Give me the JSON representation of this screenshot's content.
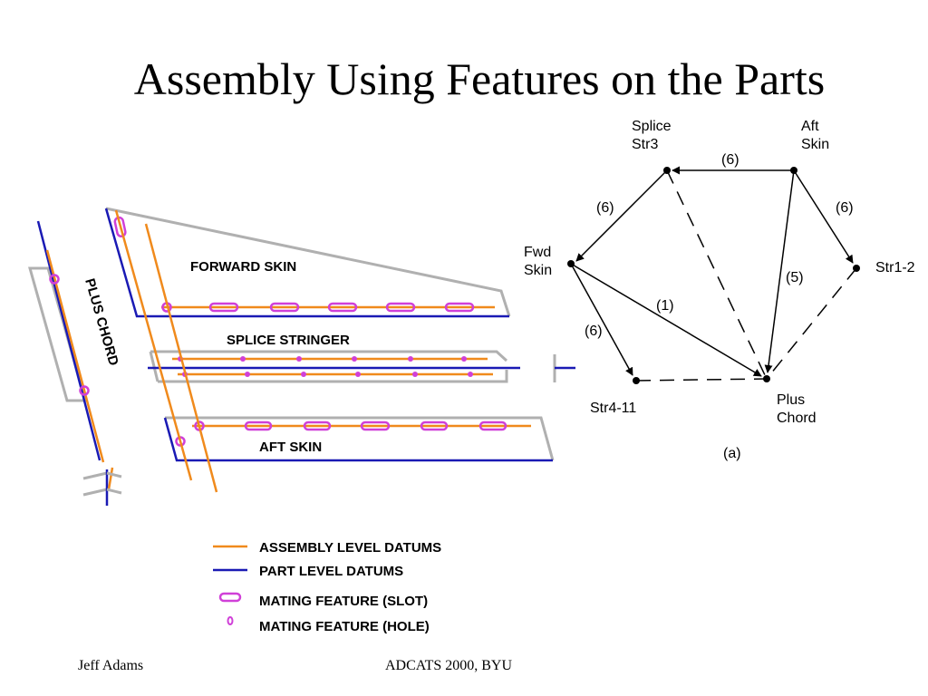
{
  "title": "Assembly Using Features on the Parts",
  "footer": {
    "author": "Jeff Adams",
    "event": "ADCATS 2000, BYU"
  },
  "parts": {
    "forward_skin": "FORWARD SKIN",
    "splice_stringer": "SPLICE STRINGER",
    "aft_skin": "AFT SKIN",
    "plus_chord": "PLUS CHORD"
  },
  "legend": [
    {
      "label": "ASSEMBLY LEVEL DATUMS",
      "icon": "orange-line-icon"
    },
    {
      "label": "PART LEVEL DATUMS",
      "icon": "blue-line-icon"
    },
    {
      "label": "MATING FEATURE (SLOT)",
      "icon": "magenta-slot-icon"
    },
    {
      "label": "MATING FEATURE (HOLE)",
      "icon": "magenta-hole-icon"
    }
  ],
  "graph": {
    "nodes": {
      "splice_str3": [
        "Splice",
        "Str3"
      ],
      "aft_skin": [
        "Aft",
        "Skin"
      ],
      "fwd_skin": [
        "Fwd",
        "Skin"
      ],
      "str1_2": "Str1-2",
      "str4_11": "Str4-11",
      "plus_chord": [
        "Plus",
        "Chord"
      ]
    },
    "edges": [
      {
        "from": "Aft Skin",
        "to": "Splice Str3",
        "label": "(6)"
      },
      {
        "from": "Splice Str3",
        "to": "Fwd Skin",
        "label": "(6)"
      },
      {
        "from": "Aft Skin",
        "to": "Str1-2",
        "label": "(6)"
      },
      {
        "from": "Aft Skin",
        "to": "Plus Chord",
        "label": "(5)"
      },
      {
        "from": "Fwd Skin",
        "to": "Plus Chord",
        "label": "(1)"
      },
      {
        "from": "Fwd Skin",
        "to": "Str4-11",
        "label": "(6)"
      }
    ],
    "caption": "(a)"
  },
  "colors": {
    "assembly_datum": "#f08a1c",
    "part_datum": "#1a1ab4",
    "mating_feature": "#d040d8",
    "outline": "#b0b0b0"
  }
}
